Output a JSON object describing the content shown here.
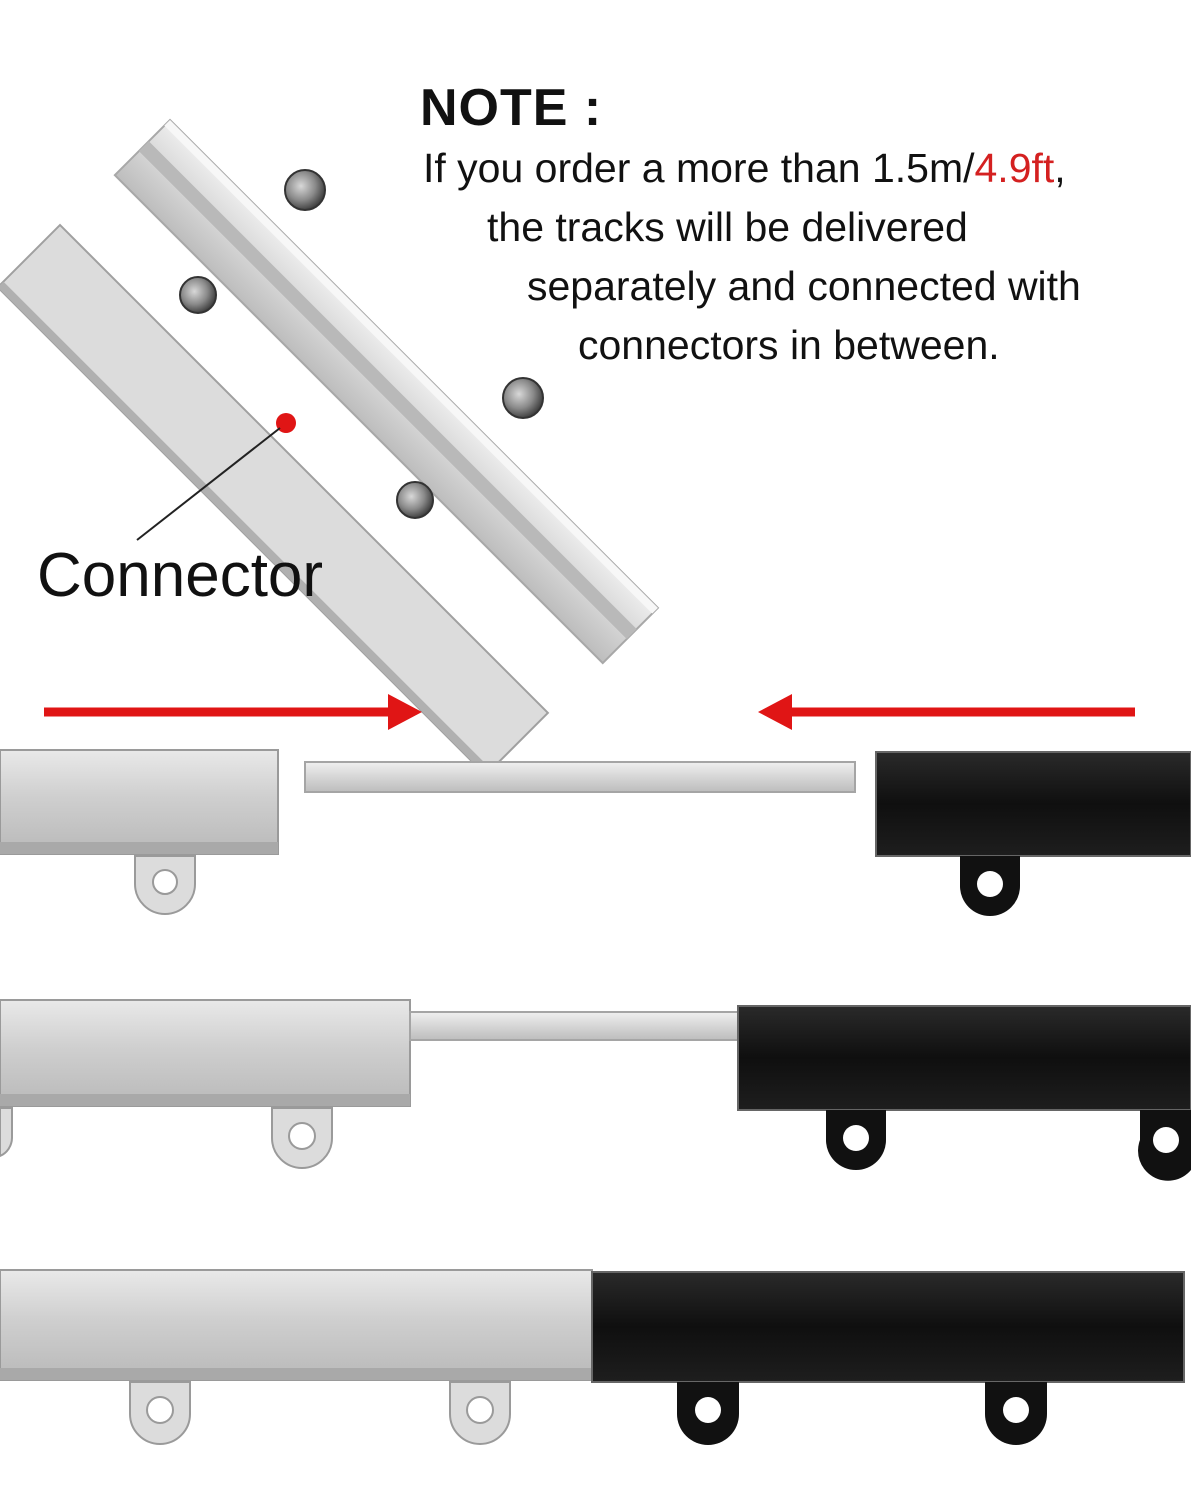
{
  "note": {
    "title": "NOTE :",
    "line1_before": "If you order a more than 1.5m/",
    "line1_highlight": "4.9ft",
    "line1_after": ",",
    "line2": "the tracks will be delivered",
    "line3": "separately and connected with",
    "line4": "connectors in between."
  },
  "callout": {
    "label": "Connector"
  },
  "colors": {
    "highlight_red": "#d42020",
    "arrow_red": "#e01515",
    "silver_track": "#c9c9c9",
    "black_track": "#151515"
  }
}
